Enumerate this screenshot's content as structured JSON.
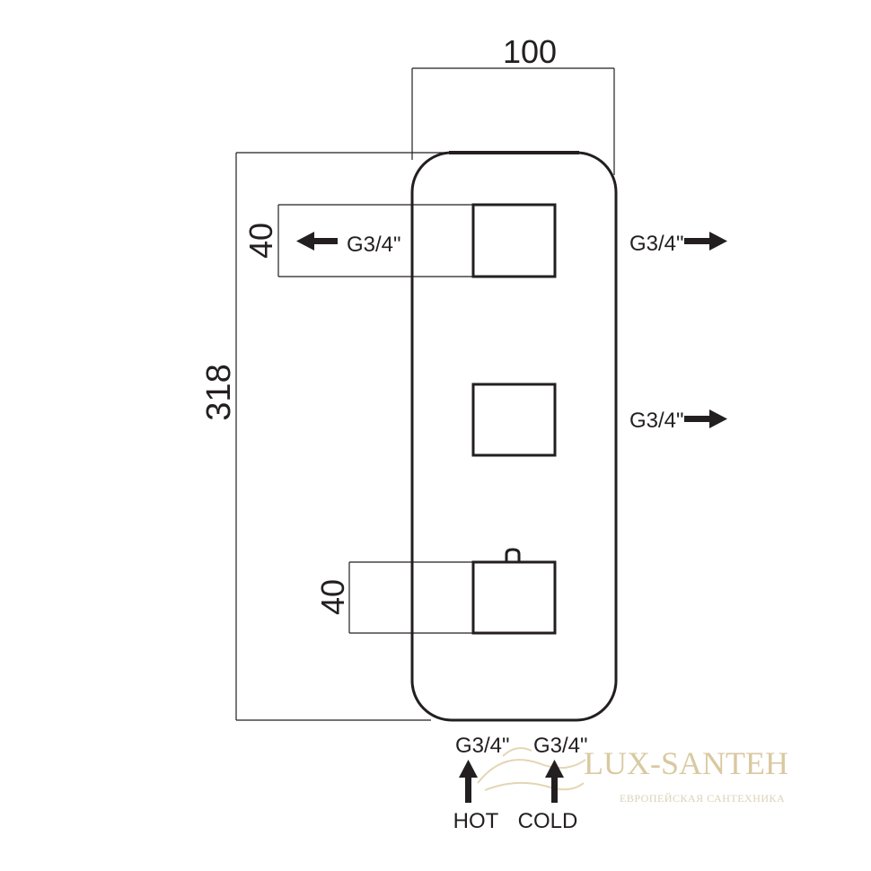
{
  "dimensions": {
    "width": "100",
    "height": "318",
    "outlet_spacing_top": "40",
    "outlet_spacing_bottom": "40"
  },
  "connections": {
    "left_outlet": "G3/4\"",
    "right_outlet_top": "G3/4\"",
    "right_outlet_middle": "G3/4\"",
    "inlet_hot": "G3/4\"",
    "inlet_cold": "G3/4\""
  },
  "inlet_labels": {
    "hot": "HOT",
    "cold": "COLD"
  },
  "watermark": {
    "brand": "LUX-SANTEH",
    "tagline": "ЕВРОПЕЙСКАЯ САНТЕХНИКА"
  },
  "colors": {
    "line": "#231f20",
    "watermark": "#d9c9a0"
  }
}
